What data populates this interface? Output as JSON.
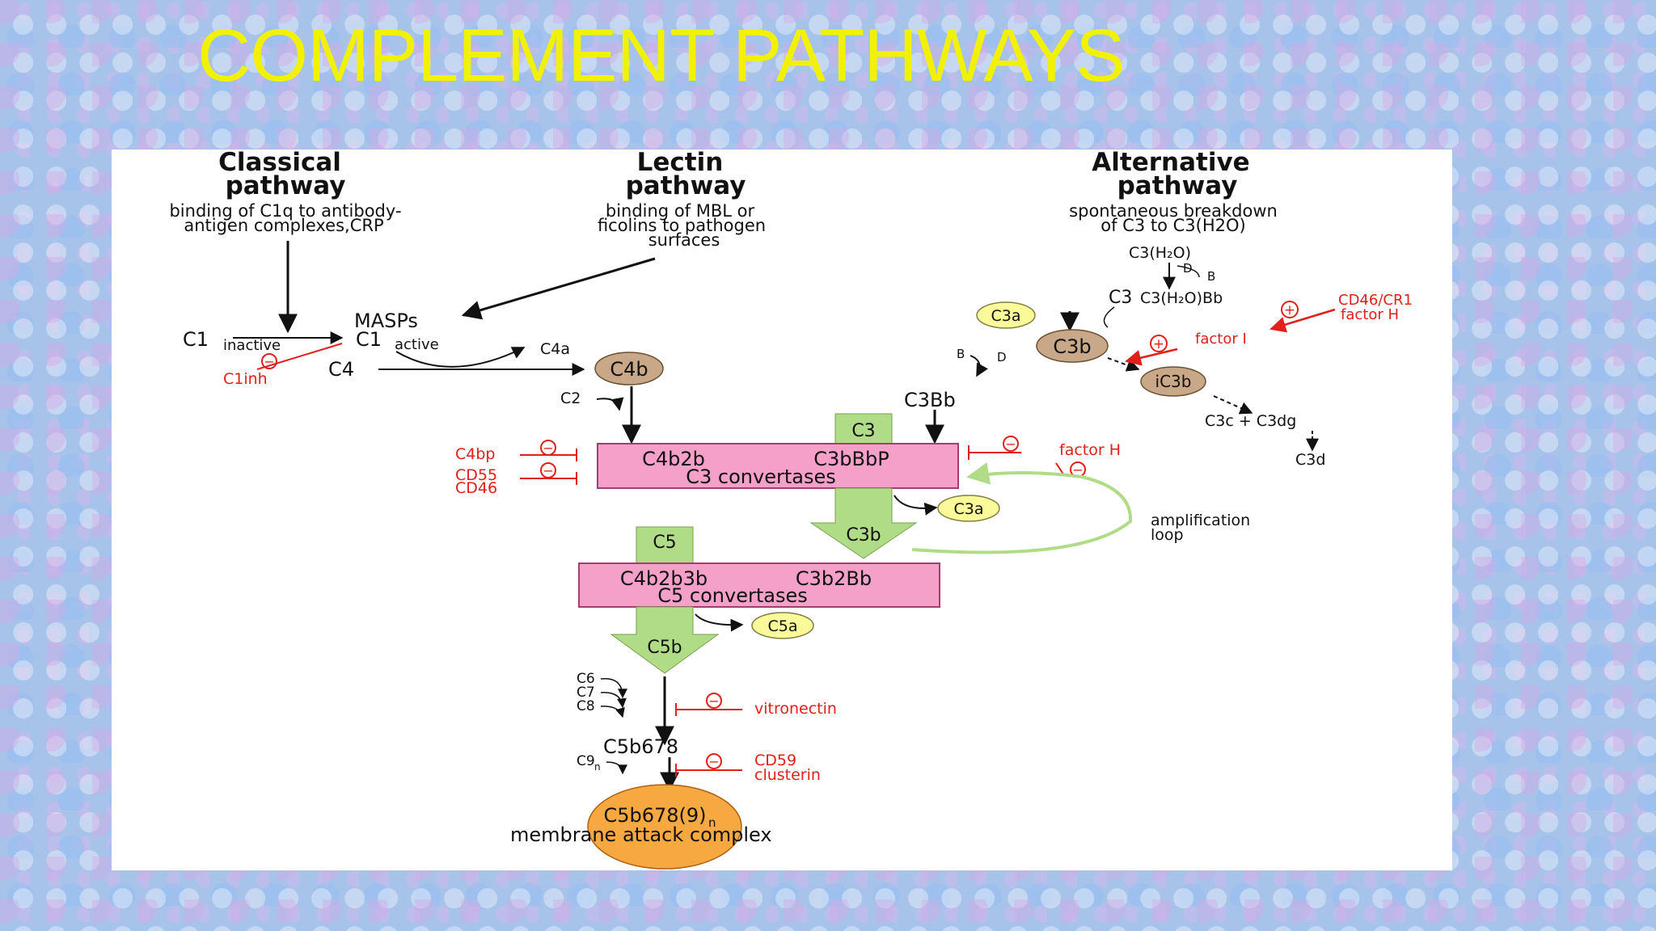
{
  "slide": {
    "title": "COMPLEMENT PATHWAYS"
  },
  "colors": {
    "title": "#f2f200",
    "convertase_box": "#f4a0c8",
    "arrow_green": "#b0dc88",
    "c3a_yellow": "#fafa9a",
    "c4b_tan": "#c8a888",
    "mac_orange": "#f7a840",
    "inhibitor_red": "#e0201a"
  },
  "diagram": {
    "classical": {
      "title_line1": "Classical",
      "title_line2": "pathway",
      "desc_line1": "binding of C1q to antibody-",
      "desc_line2": "antigen complexes,CRP"
    },
    "lectin": {
      "title_line1": "Lectin",
      "title_line2": "pathway",
      "desc_line1": "binding of MBL or",
      "desc_line2": "ficolins to pathogen",
      "desc_line3": "surfaces"
    },
    "alternative": {
      "title_line1": "Alternative",
      "title_line2": "pathway",
      "desc_line1": "spontaneous breakdown",
      "desc_line2": "of C3 to C3(H2O)"
    },
    "nodes": {
      "c1": "C1",
      "c1_inactive": "inactive",
      "c1_active_sub": "active",
      "masps": "MASPs",
      "c1inh": "C1inh",
      "c4": "C4",
      "c4a": "C4a",
      "c4b": "C4b",
      "c2": "C2",
      "c3h2o": "C3(H₂O)",
      "d_top": "D",
      "b_top": "B",
      "c3h2obb": "C3(H₂O)Bb",
      "c3_alt": "C3",
      "c3a_alt": "C3a",
      "c3b_alt": "C3b",
      "b_left": "B",
      "d_left": "D",
      "c3bb": "C3Bb",
      "ic3b": "iC3b",
      "c3c_c3dg": "C3c + C3dg",
      "c3d": "C3d",
      "c3_input": "C3",
      "c3a_mid": "C3a",
      "c3b_mid": "C3b",
      "c5_input": "C5",
      "c5a": "C5a",
      "c5b": "C5b",
      "c6": "C6",
      "c7": "C7",
      "c8": "C8",
      "c5b678": "C5b678",
      "c9n": "C9",
      "c9n_sub": "n",
      "mac": "C5b678(9)",
      "mac_sub": "n",
      "mac_label": "membrane attack complex"
    },
    "regulators": {
      "cd46_cr1": "CD46/CR1",
      "factor_h_top": "factor H",
      "factor_i": "factor I",
      "factor_h_mid": "factor H",
      "c4bp": "C4bp",
      "cd55": "CD55",
      "cd46": "CD46",
      "vitronectin": "vitronectin",
      "cd59": "CD59",
      "clusterin": "clusterin",
      "plus": "+",
      "minus": "−"
    },
    "c3_convertases": {
      "left": "C4b2b",
      "right": "C3bBbP",
      "label": "C3 convertases"
    },
    "c5_convertases": {
      "left": "C4b2b3b",
      "right": "C3b2Bb",
      "label": "C5 convertases"
    },
    "amplification_loop": {
      "line1": "amplification",
      "line2": "loop"
    }
  }
}
